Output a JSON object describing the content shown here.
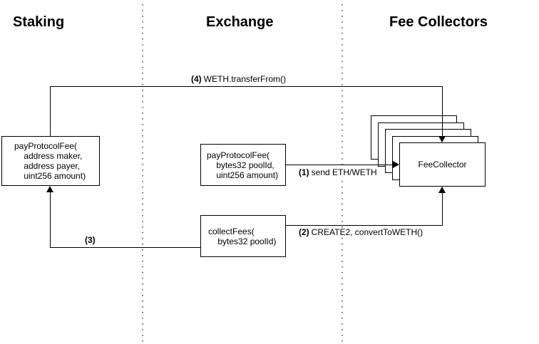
{
  "canvas": {
    "background": "#ffffff",
    "line_color": "#000000",
    "divider_color": "#6e6e6e"
  },
  "columns": [
    {
      "label": "Staking"
    },
    {
      "label": "Exchange"
    },
    {
      "label": "Fee Collectors"
    }
  ],
  "nodes": {
    "staking_pay_protocol_fee": {
      "text": "payProtocolFee(\n    address maker,\n    address payer,\n    uint256 amount)"
    },
    "exchange_pay_protocol_fee": {
      "text": "payProtocolFee(\n    bytes32 poolId,\n    uint256 amount)"
    },
    "collect_fees": {
      "text": "collectFees(\n    bytes32 poolId)"
    },
    "fee_collector": {
      "label": "FeeCollector",
      "stack_count": 5
    }
  },
  "edges": {
    "e1": {
      "num": "(1)",
      "label": "send ETH/WETH"
    },
    "e2": {
      "num": "(2)",
      "label": "CREATE2, convertToWETH()"
    },
    "e3": {
      "num": "(3)",
      "label": ""
    },
    "e4": {
      "num": "(4)",
      "label": "WETH.transferFrom()"
    }
  }
}
